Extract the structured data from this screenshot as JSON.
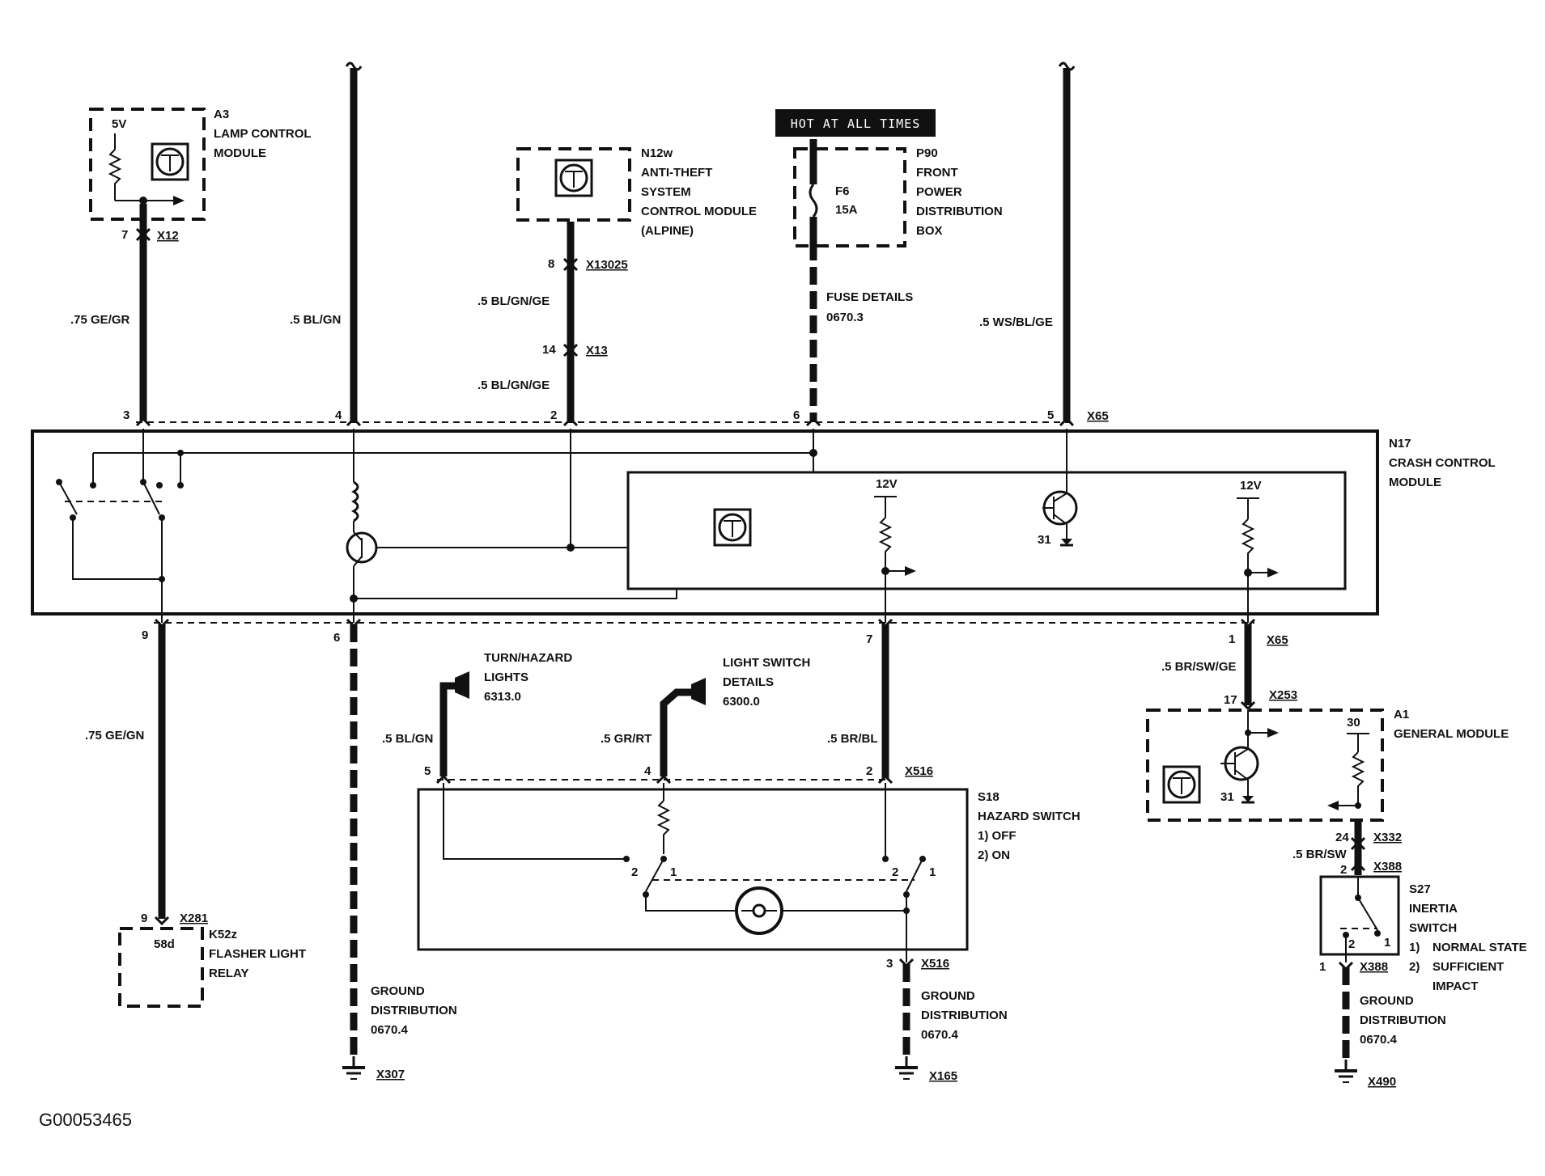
{
  "diagram_id": "G00053465",
  "hot_label": "HOT AT ALL TIMES",
  "components": {
    "a3": {
      "id": "A3",
      "name_l1": "LAMP CONTROL",
      "name_l2": "MODULE",
      "voltage": "5V"
    },
    "n12w": {
      "id": "N12w",
      "name_l1": "ANTI-THEFT",
      "name_l2": "SYSTEM",
      "name_l3": "CONTROL MODULE",
      "name_l4": "(ALPINE)"
    },
    "p90": {
      "id": "P90",
      "name_l1": "FRONT",
      "name_l2": "POWER",
      "name_l3": "DISTRIBUTION",
      "name_l4": "BOX",
      "fuse": "F6",
      "rating": "15A"
    },
    "n17": {
      "id": "N17",
      "name_l1": "CRASH CONTROL",
      "name_l2": "MODULE",
      "v1": "12V",
      "v2": "12V",
      "gnd": "31"
    },
    "k52z": {
      "id": "K52z",
      "name_l1": "FLASHER LIGHT",
      "name_l2": "RELAY",
      "terminal": "58d"
    },
    "s18": {
      "id": "S18",
      "name": "HAZARD SWITCH",
      "state1": "1)   OFF",
      "state2": "2)   ON"
    },
    "a1": {
      "id": "A1",
      "name": "GENERAL MODULE",
      "pin30": "30",
      "gnd": "31"
    },
    "s27": {
      "id": "S27",
      "name_l1": "INERTIA",
      "name_l2": "SWITCH",
      "state1": "1)",
      "state1_text": "NORMAL STATE",
      "state2": "2)",
      "state2_l1": "SUFFICIENT",
      "state2_l2": "IMPACT"
    }
  },
  "wires": {
    "ge_gr": ".75 GE/GR",
    "bl_gn_top": ".5 BL/GN",
    "bl_gn_ge_1": ".5 BL/GN/GE",
    "bl_gn_ge_2": ".5 BL/GN/GE",
    "ws_bl_ge": ".5 WS/BL/GE",
    "ge_gn": ".75 GE/GN",
    "bl_gn_bot": ".5 BL/GN",
    "gr_rt": ".5 GR/RT",
    "br_bl": ".5 BR/BL",
    "br_sw_ge": ".5 BR/SW/GE",
    "br_sw": ".5 BR/SW"
  },
  "connectors": {
    "x12": "X12",
    "x13025": "X13025",
    "x13": "X13",
    "x65_top": "X65",
    "x65_bot": "X65",
    "x253": "X253",
    "x281": "X281",
    "x516_top": "X516",
    "x516_bot": "X516",
    "x332": "X332",
    "x388_top": "X388",
    "x388_bot": "X388",
    "x307": "X307",
    "x165": "X165",
    "x490": "X490"
  },
  "pins": {
    "p7": "7",
    "p8": "8",
    "p14": "14",
    "t3": "3",
    "t4": "4",
    "t2": "2",
    "t6": "6",
    "t5": "5",
    "b9": "9",
    "b6": "6",
    "b7": "7",
    "b1": "1",
    "p17": "17",
    "k9": "9",
    "s5": "5",
    "s4": "4",
    "s2": "2",
    "s3": "3",
    "sw2a": "2",
    "sw1a": "1",
    "sw2b": "2",
    "sw1b": "1",
    "p24": "24",
    "p2": "2",
    "i1": "1",
    "i2": "2",
    "i1b": "1"
  },
  "references": {
    "fuse_details": "FUSE DETAILS",
    "fuse_ref": "0670.3",
    "turn_l1": "TURN/HAZARD",
    "turn_l2": "LIGHTS",
    "turn_ref": "6313.0",
    "light_l1": "LIGHT SWITCH",
    "light_l2": "DETAILS",
    "light_ref": "6300.0",
    "gnd_l1": "GROUND",
    "gnd_l2": "DISTRIBUTION",
    "gnd_ref": "0670.4"
  }
}
